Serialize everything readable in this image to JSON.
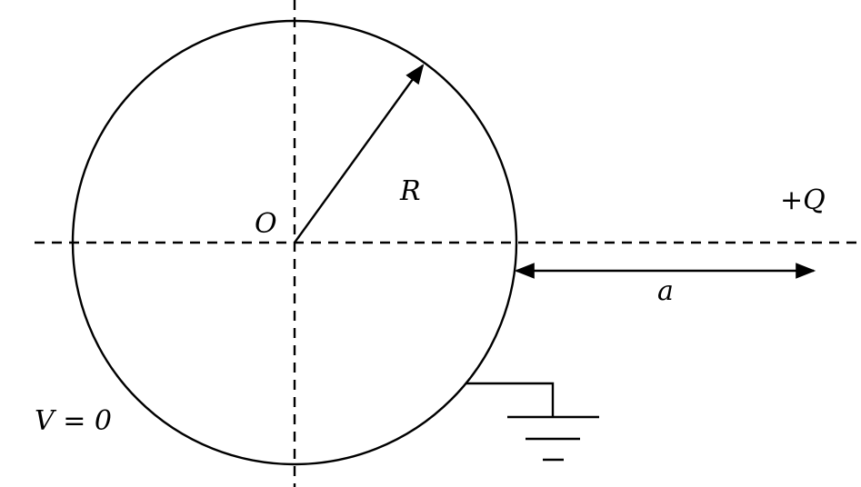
{
  "diagram": {
    "labels": {
      "center": "O",
      "radius": "R",
      "charge": "+Q",
      "distance": "a",
      "potential": "V = 0"
    },
    "colors": {
      "stroke": "#000000",
      "background": "#ffffff"
    }
  }
}
